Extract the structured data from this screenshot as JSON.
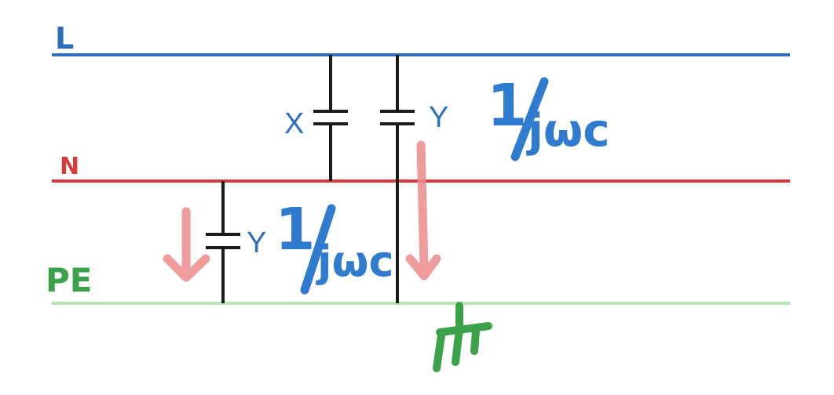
{
  "lines": {
    "L": {
      "label": "L",
      "color": "#2f6dbf"
    },
    "N": {
      "label": "N",
      "color": "#d63a3a"
    },
    "PE": {
      "label": "PE",
      "color": "#b6e8b4",
      "label_color": "#3aa34a"
    }
  },
  "capacitors": {
    "x_cap": {
      "label": "X",
      "between": "L-N"
    },
    "y_cap_1": {
      "label": "Y",
      "between": "L-PE"
    },
    "y_cap_2": {
      "label": "Y",
      "between": "N-PE"
    }
  },
  "annotations": {
    "impedance_1": {
      "numerator": "1",
      "denominator": "jωc"
    },
    "impedance_2": {
      "numerator": "1",
      "denominator": "jωc"
    }
  },
  "colors": {
    "wire": "#1a1a1a",
    "annotation": "#2f7bd0",
    "current_arrow": "#ef8b8b",
    "ground": "#3aa34a"
  },
  "icons": {
    "ground": "earth-ground-icon",
    "current": "leakage-current-arrow-icon"
  }
}
